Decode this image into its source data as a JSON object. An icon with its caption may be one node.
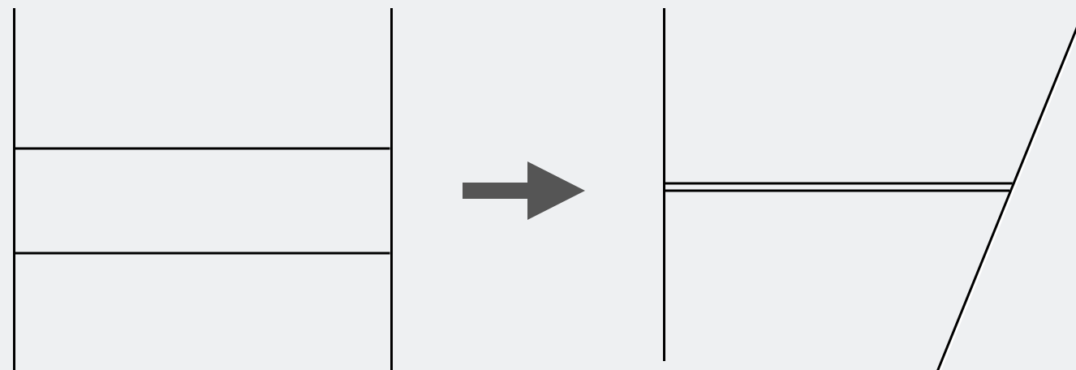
{
  "diagram": {
    "nodes": [
      {
        "text": [],
        "shape": "bar"
      },
      {
        "text": [],
        "shape": "bar"
      },
      {
        "text": [],
        "shape": "bar"
      },
      {
        "text": [],
        "shape": "bar"
      }
    ],
    "edges": [
      {
        "from": 0,
        "to": 1,
        "arrow": "none"
      },
      {
        "from": 0,
        "to": 1,
        "arrow": "none"
      },
      {
        "from": 2,
        "to": 3,
        "arrow": "none"
      },
      {
        "from": 2,
        "to": 3,
        "arrow": "none"
      }
    ]
  }
}
